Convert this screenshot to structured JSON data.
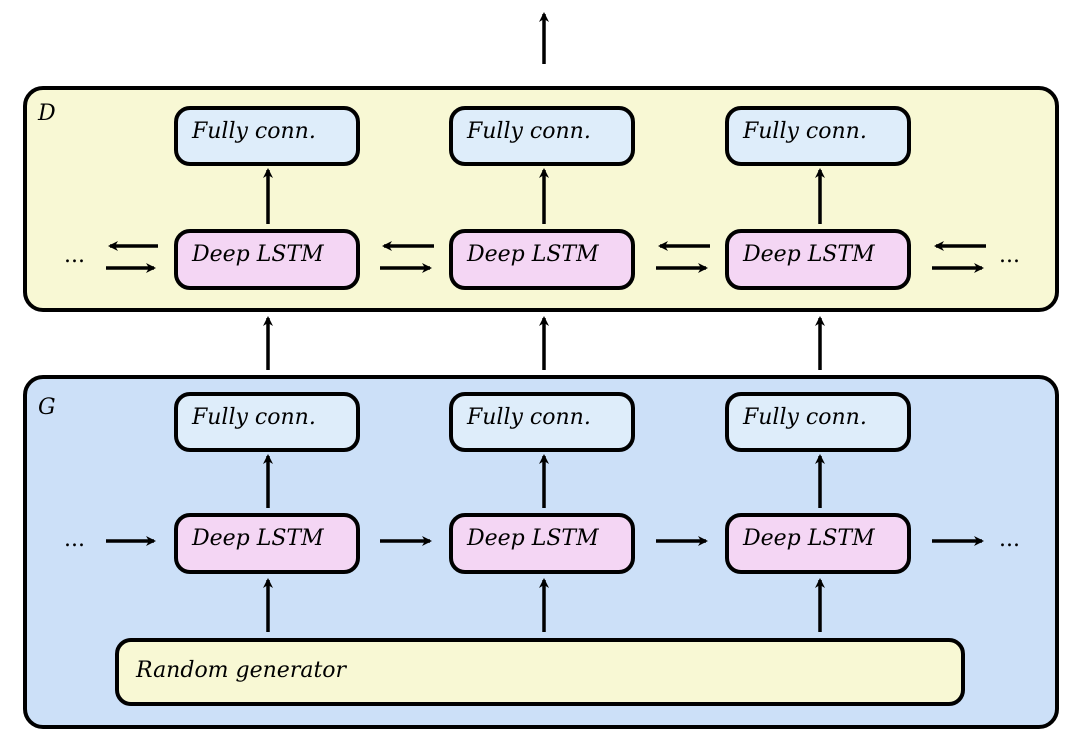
{
  "panels": {
    "discriminator": {
      "label": "D"
    },
    "generator": {
      "label": "G"
    }
  },
  "labels": {
    "fully_connected": "Fully conn.",
    "deep_lstm": "Deep LSTM",
    "random_generator": "Random generator",
    "ellipsis": "..."
  },
  "colors": {
    "discriminator_bg": "#f8f8d4",
    "generator_bg": "#cce0f8",
    "fc_box": "#deedfa",
    "lstm_box": "#f4d6f4",
    "random_box": "#f8f8d4"
  }
}
